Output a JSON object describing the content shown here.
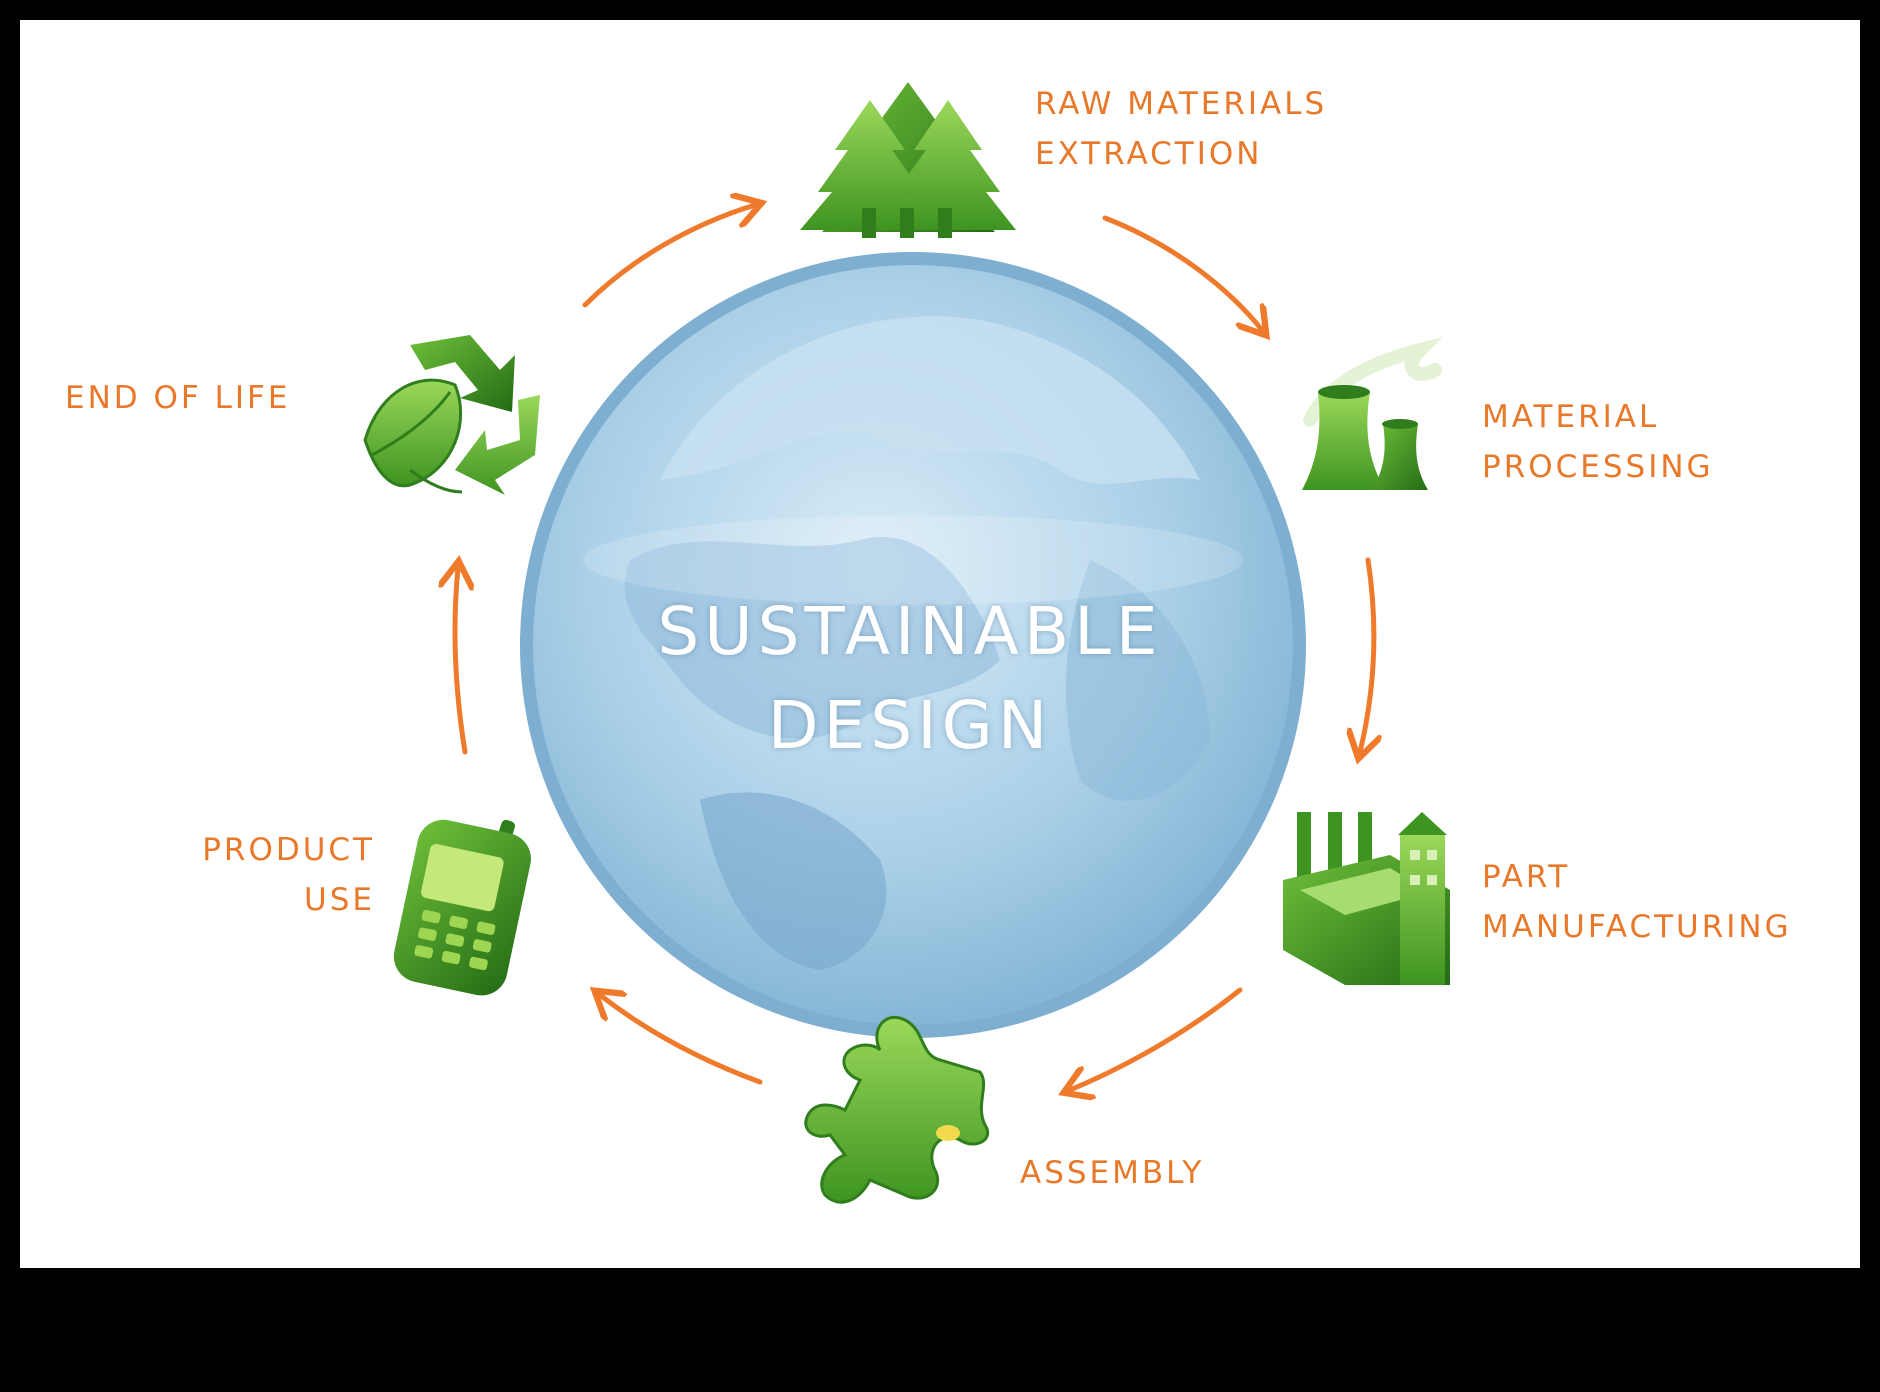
{
  "title": {
    "line1": "SUSTAINABLE",
    "line2": "DESIGN"
  },
  "stages": [
    {
      "id": "raw",
      "line1": "RAW MATERIALS",
      "line2": "EXTRACTION",
      "icon": "pine-trees-icon"
    },
    {
      "id": "processing",
      "line1": "MATERIAL",
      "line2": "PROCESSING",
      "icon": "cooling-towers-icon"
    },
    {
      "id": "manufacturing",
      "line1": "PART",
      "line2": "MANUFACTURING",
      "icon": "factory-icon"
    },
    {
      "id": "assembly",
      "line1": "ASSEMBLY",
      "line2": "",
      "icon": "puzzle-piece-icon"
    },
    {
      "id": "use",
      "line1": "PRODUCT",
      "line2": "USE",
      "icon": "mobile-phone-icon"
    },
    {
      "id": "eol",
      "line1": "END OF LIFE",
      "line2": "",
      "icon": "recycle-leaf-icon"
    }
  ],
  "colors": {
    "label": "#e8782a",
    "arrow": "#ef7a2b",
    "icon_green": "#5cb030",
    "icon_dark_green": "#2f7d1c",
    "globe": "#a8cde6",
    "globe_rim": "#6fa3c8"
  }
}
